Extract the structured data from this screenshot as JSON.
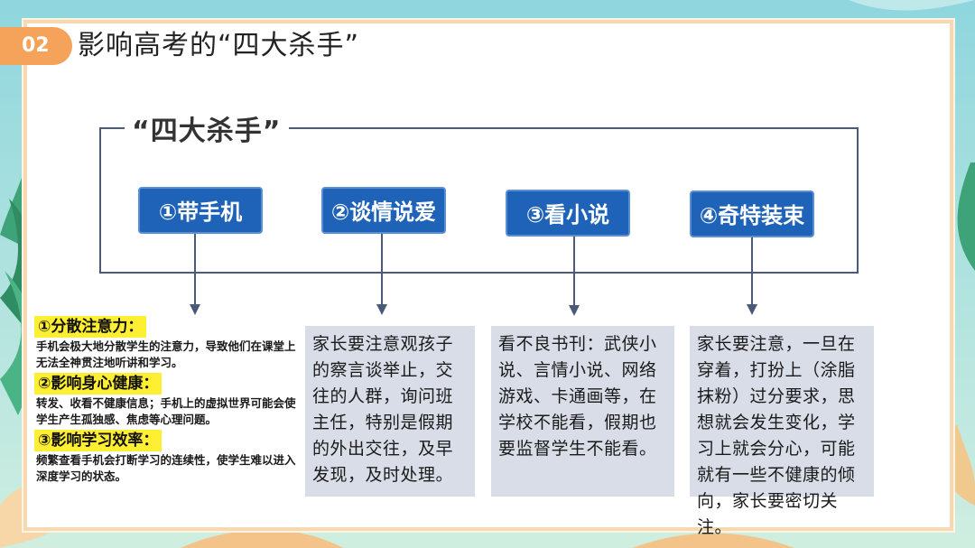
{
  "header": {
    "badge": "02",
    "title": "影响高考的“四大杀手”"
  },
  "section": {
    "label": "“四大杀手”"
  },
  "killers": [
    {
      "label": "①带手机"
    },
    {
      "label": "②谈情说爱"
    },
    {
      "label": "③看小说"
    },
    {
      "label": "④奇特装束"
    }
  ],
  "left_panel": {
    "items": [
      {
        "heading": "①分散注意力：",
        "text": "手机会极大地分散学生的注意力，导致他们在课堂上无法全神贯注地听讲和学习。"
      },
      {
        "heading": "②影响身心健康：",
        "text": "转发、收看不健康信息；手机上的虚拟世界可能会使学生产生孤独感、焦虑等心理问题。"
      },
      {
        "heading": "③影响学习效率：",
        "text": "频繁查看手机会打断学习的连续性，使学生难以进入深度学习的状态。"
      }
    ]
  },
  "boxes": [
    {
      "text": "家长要注意观孩子的察言谈举止，交往的人群，询问班主任，特别是假期的外出交往，及早发现，及时处理。"
    },
    {
      "text": "看不良书刊：武侠小说、言情小说、网络游戏、卡通画等，在学校不能看，假期也要监督学生不能看。"
    },
    {
      "text": "家长要注意，一旦在穿着，打扮上（涂脂抹粉）过分要求，思想就会发生变化，学习上就会分心，可能就有一些不健康的倾向，家长要密切关注。"
    }
  ],
  "colors": {
    "accent": "#f5a35b",
    "pill": "#1e63b8",
    "highlight": "#ffef33",
    "box": "#d8dde8",
    "line": "#4a5a78"
  }
}
